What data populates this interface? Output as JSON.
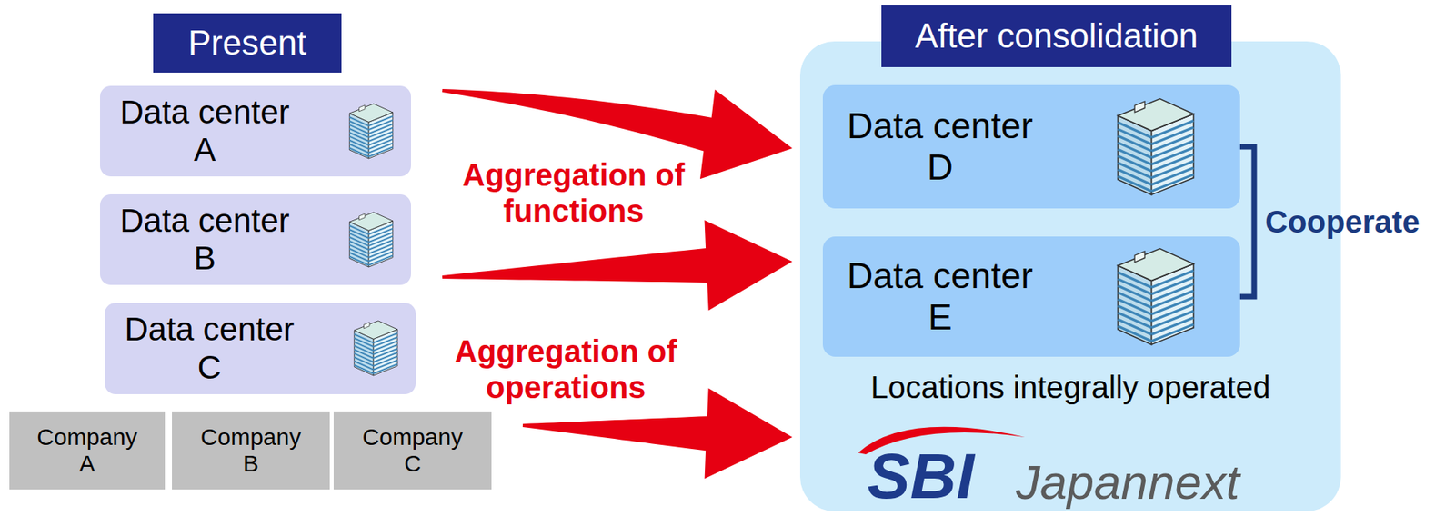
{
  "diagram": {
    "nodes": [
      {
        "text": [
          "Present"
        ]
      },
      {
        "text": [
          "Data center A"
        ]
      },
      {
        "text": [
          "Data center B"
        ]
      },
      {
        "text": [
          "Data center C"
        ]
      },
      {
        "text": [
          "Company A"
        ]
      },
      {
        "text": [
          "Company B"
        ]
      },
      {
        "text": [
          "Company C"
        ]
      },
      {
        "text": [
          "Locations integrally operated"
        ]
      },
      {
        "text": [
          "After consolidation"
        ],
        "in": 7
      },
      {
        "text": [
          "Data center D"
        ],
        "in": 7
      },
      {
        "text": [
          "Data center E"
        ],
        "in": 7
      }
    ],
    "edges": [
      {
        "from": 1,
        "to": 7,
        "arrow": "to"
      },
      {
        "from": 2,
        "to": 7,
        "arrow": "to"
      },
      {
        "from": 6,
        "to": 7,
        "arrow": "to"
      },
      {
        "from": 9,
        "to": 10,
        "label": "Cooperate",
        "arrow": "none"
      }
    ],
    "labels": [
      "Aggregation of functions",
      "Aggregation of operations",
      "SBI",
      "Japannext"
    ]
  }
}
